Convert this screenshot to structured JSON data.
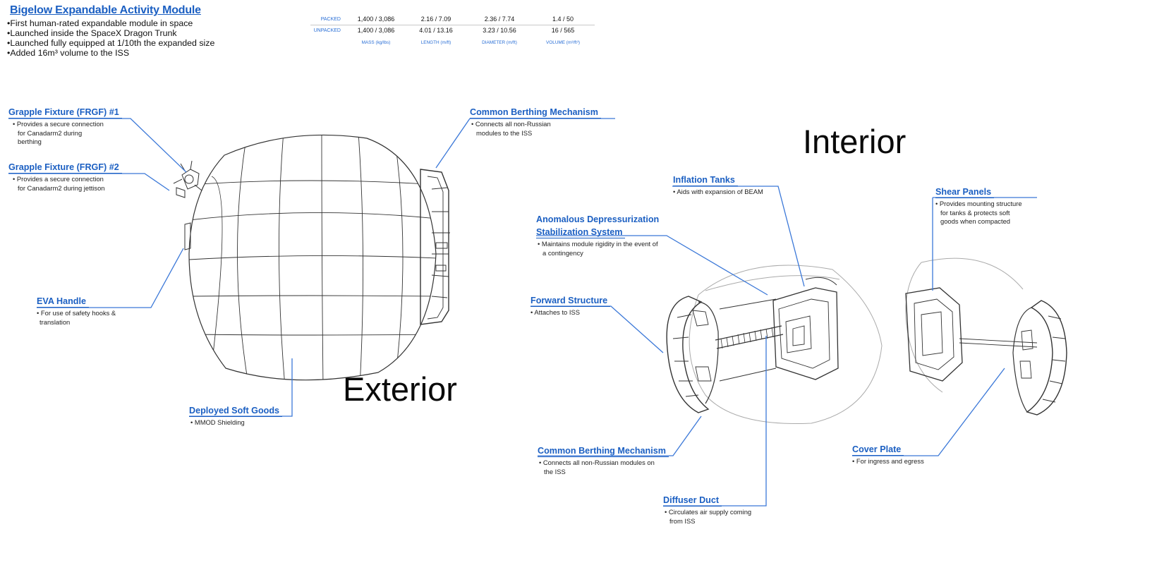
{
  "header": {
    "title": "Bigelow Expandable Activity Module",
    "bullets": [
      "First human-rated expandable module in space",
      "Launched inside the SpaceX Dragon Trunk",
      "Launched fully equipped at 1/10th the expanded size",
      "Added 16m³ volume to the ISS"
    ]
  },
  "specs": {
    "rows": [
      {
        "label": "PACKED",
        "mass": "1,400 / 3,086",
        "length": "2.16 / 7.09",
        "diameter": "2.36 / 7.74",
        "volume": "1.4  / 50"
      },
      {
        "label": "UNPACKED",
        "mass": "1,400 / 3,086",
        "length": "4.01 / 13.16",
        "diameter": "3.23 / 10.56",
        "volume": "16 / 565"
      }
    ],
    "headers": {
      "mass": "MASS (kg/lbs)",
      "length": "LENGTH (m/ft)",
      "diameter": "DIAMETER (m/ft)",
      "volume": "VOLUME (m³/ft³)"
    }
  },
  "sections": {
    "exterior": "Exterior",
    "interior": "Interior"
  },
  "exterior_labels": {
    "grapple1": {
      "title": "Grapple Fixture (FRGF) #1",
      "desc": [
        "• Provides a secure connection",
        "for Canadarm2 during",
        "berthing"
      ]
    },
    "grapple2": {
      "title": "Grapple Fixture (FRGF) #2",
      "desc": [
        "• Provides a secure connection",
        "for Canadarm2 during jettison"
      ]
    },
    "eva": {
      "title": "EVA Handle",
      "desc": [
        "• For use of safety hooks &",
        "translation"
      ]
    },
    "soft_goods": {
      "title": "Deployed Soft Goods",
      "desc": [
        "• MMOD Shielding"
      ]
    },
    "cbm": {
      "title": "Common Berthing Mechanism",
      "desc": [
        "• Connects all non-Russian",
        "modules to the ISS"
      ]
    }
  },
  "interior_labels": {
    "inflation": {
      "title": "Inflation Tanks",
      "desc": [
        "• Aids with expansion of BEAM"
      ]
    },
    "adss": {
      "title": [
        "Anomalous Depressurization",
        "Stabilization System"
      ],
      "desc": [
        "• Maintains module rigidity in the event of",
        "a contingency"
      ]
    },
    "forward": {
      "title": "Forward Structure",
      "desc": [
        "• Attaches to ISS"
      ]
    },
    "cbm": {
      "title": "Common Berthing Mechanism",
      "desc": [
        "• Connects all non-Russian modules on",
        "the ISS"
      ]
    },
    "duct": {
      "title": "Diffuser Duct",
      "desc": [
        "• Circulates air supply coming",
        "from ISS"
      ]
    },
    "shear": {
      "title": "Shear Panels",
      "desc": [
        "• Provides mounting structure",
        "for tanks & protects soft",
        "goods when compacted"
      ]
    },
    "cover": {
      "title": "Cover Plate",
      "desc": [
        "• For ingress and egress"
      ]
    }
  },
  "colors": {
    "accent": "#1b5fc2",
    "leader": "#3b78d8",
    "drawing": "#333333"
  }
}
